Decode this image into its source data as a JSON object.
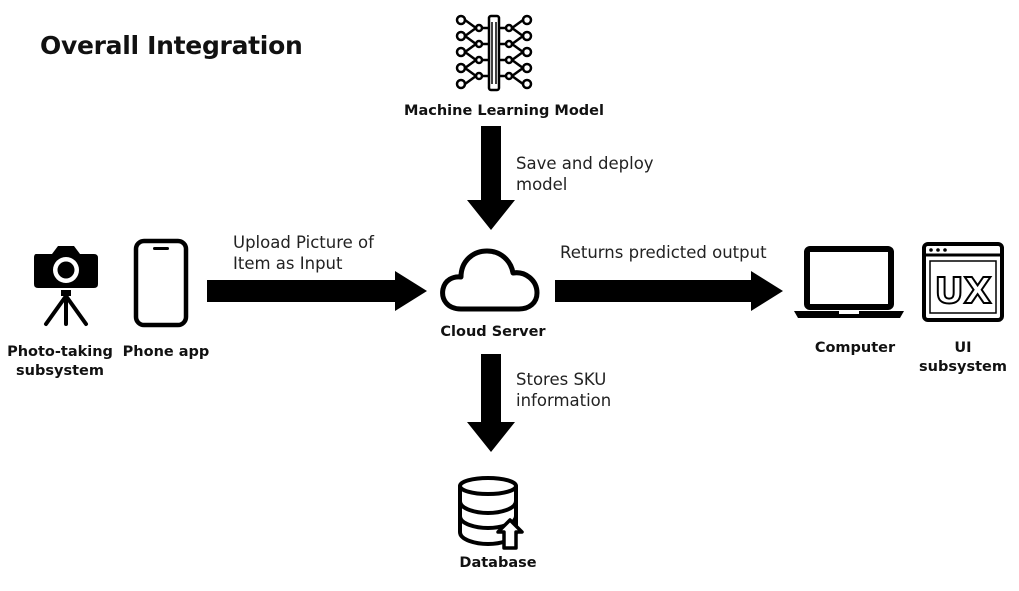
{
  "title": "Overall Integration",
  "nodes": {
    "ml_model": {
      "label": "Machine Learning Model",
      "icon": "neural-network-icon"
    },
    "cloud": {
      "label": "Cloud Server",
      "icon": "cloud-icon"
    },
    "database": {
      "label": "Database",
      "icon": "database-icon"
    },
    "photo": {
      "label_line1": "Photo-taking",
      "label_line2": "subsystem",
      "icon": "camera-tripod-icon"
    },
    "phone": {
      "label": "Phone app",
      "icon": "smartphone-icon"
    },
    "computer": {
      "label": "Computer",
      "icon": "laptop-icon"
    },
    "ui": {
      "label_line1": "UI",
      "label_line2": "subsystem",
      "icon": "ux-window-icon",
      "glyph": "UX"
    }
  },
  "edges": {
    "upload": {
      "line1": "Upload Picture of",
      "line2": "Item as Input"
    },
    "deploy": {
      "line1": "Save and deploy",
      "line2": "model"
    },
    "returns": {
      "line1": "Returns predicted output"
    },
    "stores": {
      "line1": "Stores SKU",
      "line2": "information"
    }
  },
  "colors": {
    "ink": "#000000",
    "text": "#222222",
    "background": "#ffffff"
  }
}
